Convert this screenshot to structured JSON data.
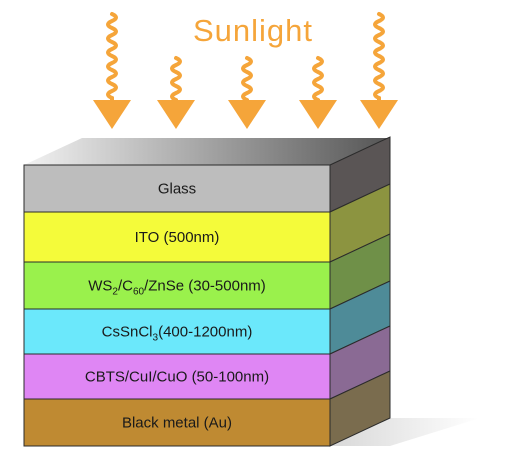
{
  "title": {
    "text": "Sunlight",
    "color": "#f5a53a"
  },
  "arrow_color": "#f5a53a",
  "layers": [
    {
      "id": "glass",
      "label": "Glass",
      "front": "#bdbdbd",
      "side": "#5a5555"
    },
    {
      "id": "ito",
      "label": "ITO (500nm)",
      "front": "#f4fb3a",
      "side": "#8c9440"
    },
    {
      "id": "etl",
      "label_parts": [
        [
          "WS",
          ""
        ],
        [
          "2",
          "sub"
        ],
        [
          "/C",
          ""
        ],
        [
          "60",
          "sub"
        ],
        [
          "/ZnSe (30-500nm)",
          ""
        ]
      ],
      "front": "#9af14c",
      "side": "#6f9048"
    },
    {
      "id": "absorber",
      "label_parts": [
        [
          "CsSnCl",
          ""
        ],
        [
          "3",
          "sub"
        ],
        [
          "(400-1200nm)",
          ""
        ]
      ],
      "front": "#6be8fb",
      "side": "#4e8b98"
    },
    {
      "id": "htl",
      "label": "CBTS/CuI/CuO (50-100nm)",
      "front": "#df86f4",
      "side": "#8a6a94"
    },
    {
      "id": "metal",
      "label": "Black metal (Au)",
      "front": "#bf8a32",
      "side": "#7a6c4e"
    }
  ]
}
